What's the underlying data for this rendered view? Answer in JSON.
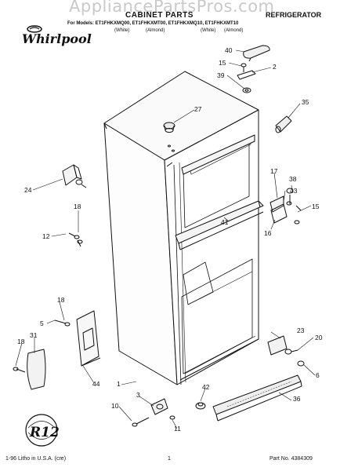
{
  "watermark": "AppliancePartsPros.com",
  "header": {
    "title": "CABINET PARTS",
    "category": "REFRIGERATOR",
    "models_line": "For Models: ET1FHKXMQ00, ET1FHKXMT00, ET1FHKXMQ10, ET1FHKXMT10",
    "variants": [
      "(White)",
      "(Almond)",
      "(White)",
      "(Almond)"
    ]
  },
  "brand": {
    "logo_text": "Whirlpool"
  },
  "badge": {
    "text": "R12"
  },
  "part_labels": [
    "40",
    "15",
    "2",
    "39",
    "27",
    "35",
    "24",
    "17",
    "38",
    "43",
    "15",
    "18",
    "41",
    "12",
    "16",
    "18",
    "5",
    "23",
    "20",
    "31",
    "18",
    "6",
    "44",
    "1",
    "3",
    "42",
    "10",
    "36",
    "11"
  ],
  "footer": {
    "left": "1-96 Litho in U.S.A. (cre)",
    "page": "1",
    "part_no": "Part No. 4384309"
  }
}
